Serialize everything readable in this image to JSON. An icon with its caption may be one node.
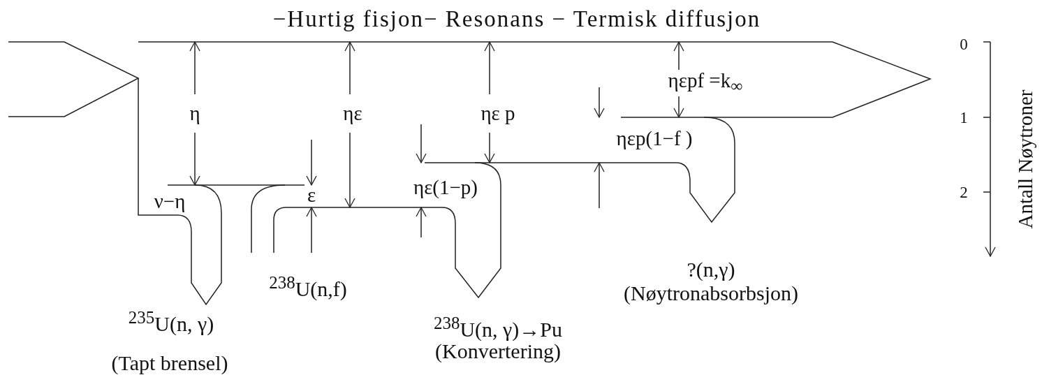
{
  "diagram": {
    "labels": [
      "−Hurtig fisjon− Resonans − Termisk diffusjon",
      "0",
      "1",
      "2",
      "Antall Nøytroner",
      "η",
      "ηε",
      "ηε p",
      "ηεpf =k$_{∞}$",
      "ηεp(1−f )",
      "ν−η",
      "ε",
      "ηε(1−p)",
      "$^{238}$U(n,f)",
      "?(n,γ)",
      "(Nøytronabsorbsjon)",
      "$^{235}$U(n, γ)",
      "$^{238}$U(n, γ)→Pu",
      "(Konvertering)",
      "(Tapt brensel)"
    ]
  }
}
